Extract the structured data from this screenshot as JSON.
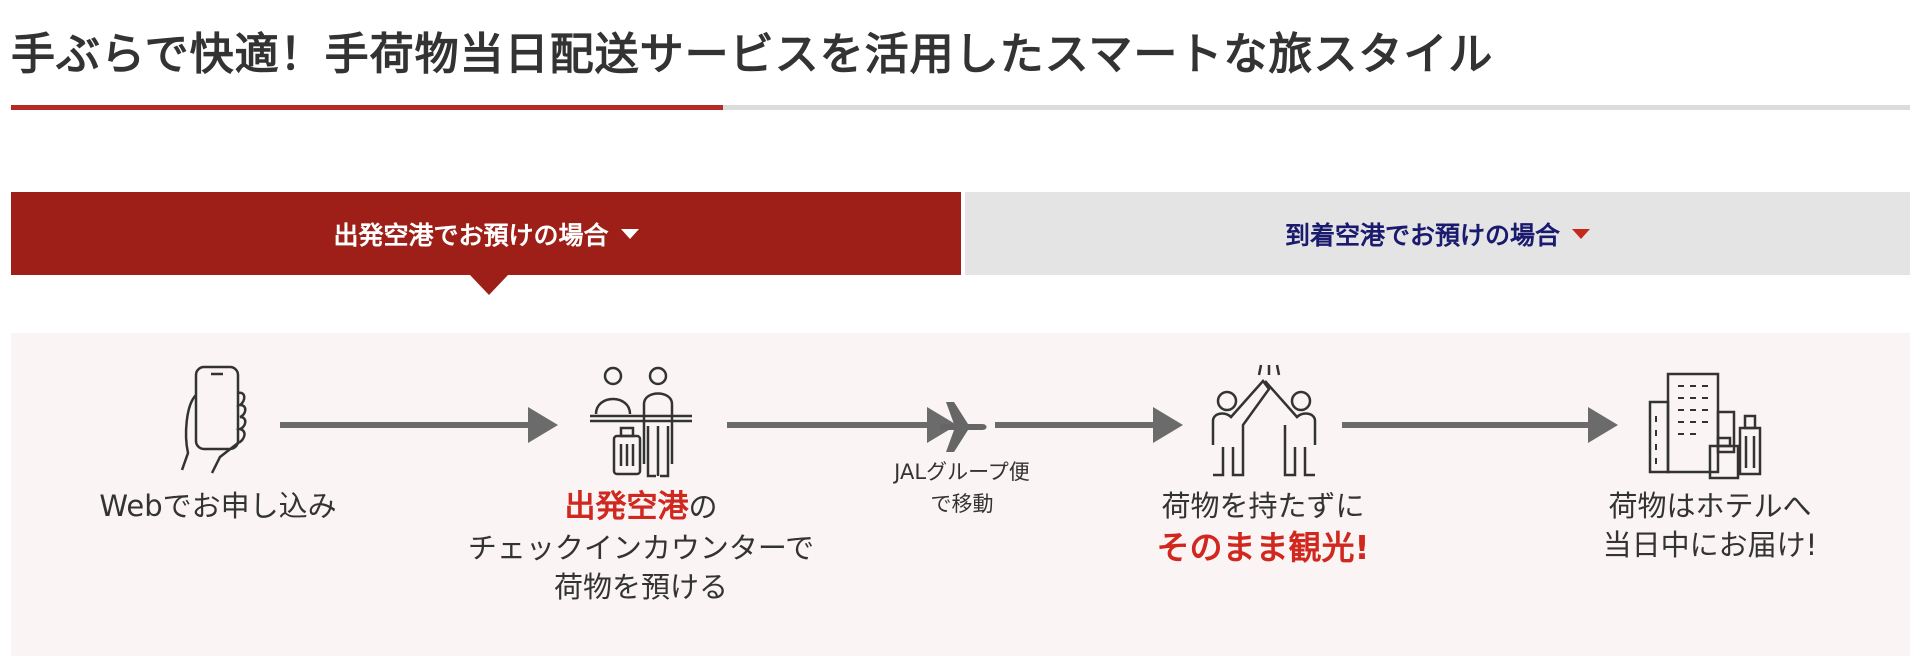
{
  "title": "手ぶらで快適！手荷物当日配送サービスを活用したスマートな旅スタイル",
  "progress_fraction": 0.375,
  "tabs": [
    {
      "label": "出発空港でお預けの場合",
      "active": true
    },
    {
      "label": "到着空港でお預けの場合",
      "active": false
    }
  ],
  "colors": {
    "accent": "#9e1f17",
    "highlight": "#d0281e",
    "tab_inactive_text": "#1a1a6e",
    "panel_bg": "#faf4f4"
  },
  "steps": [
    {
      "icon": "smartphone-hand-icon",
      "lines": [
        "Webでお申し込み"
      ]
    },
    {
      "icon": "checkin-counter-icon",
      "highlight": "出発空港",
      "after_highlight": "の",
      "lines": [
        "チェックインカウンターで",
        "荷物を預ける"
      ]
    },
    {
      "icon": "airplane-icon",
      "lines": [
        "JALグループ便",
        "で移動"
      ]
    },
    {
      "icon": "high-five-icon",
      "lines": [
        "荷物を持たずに"
      ],
      "highlight": "そのまま観光!"
    },
    {
      "icon": "hotel-luggage-icon",
      "lines": [
        "荷物はホテルへ",
        "当日中にお届け!"
      ]
    }
  ]
}
